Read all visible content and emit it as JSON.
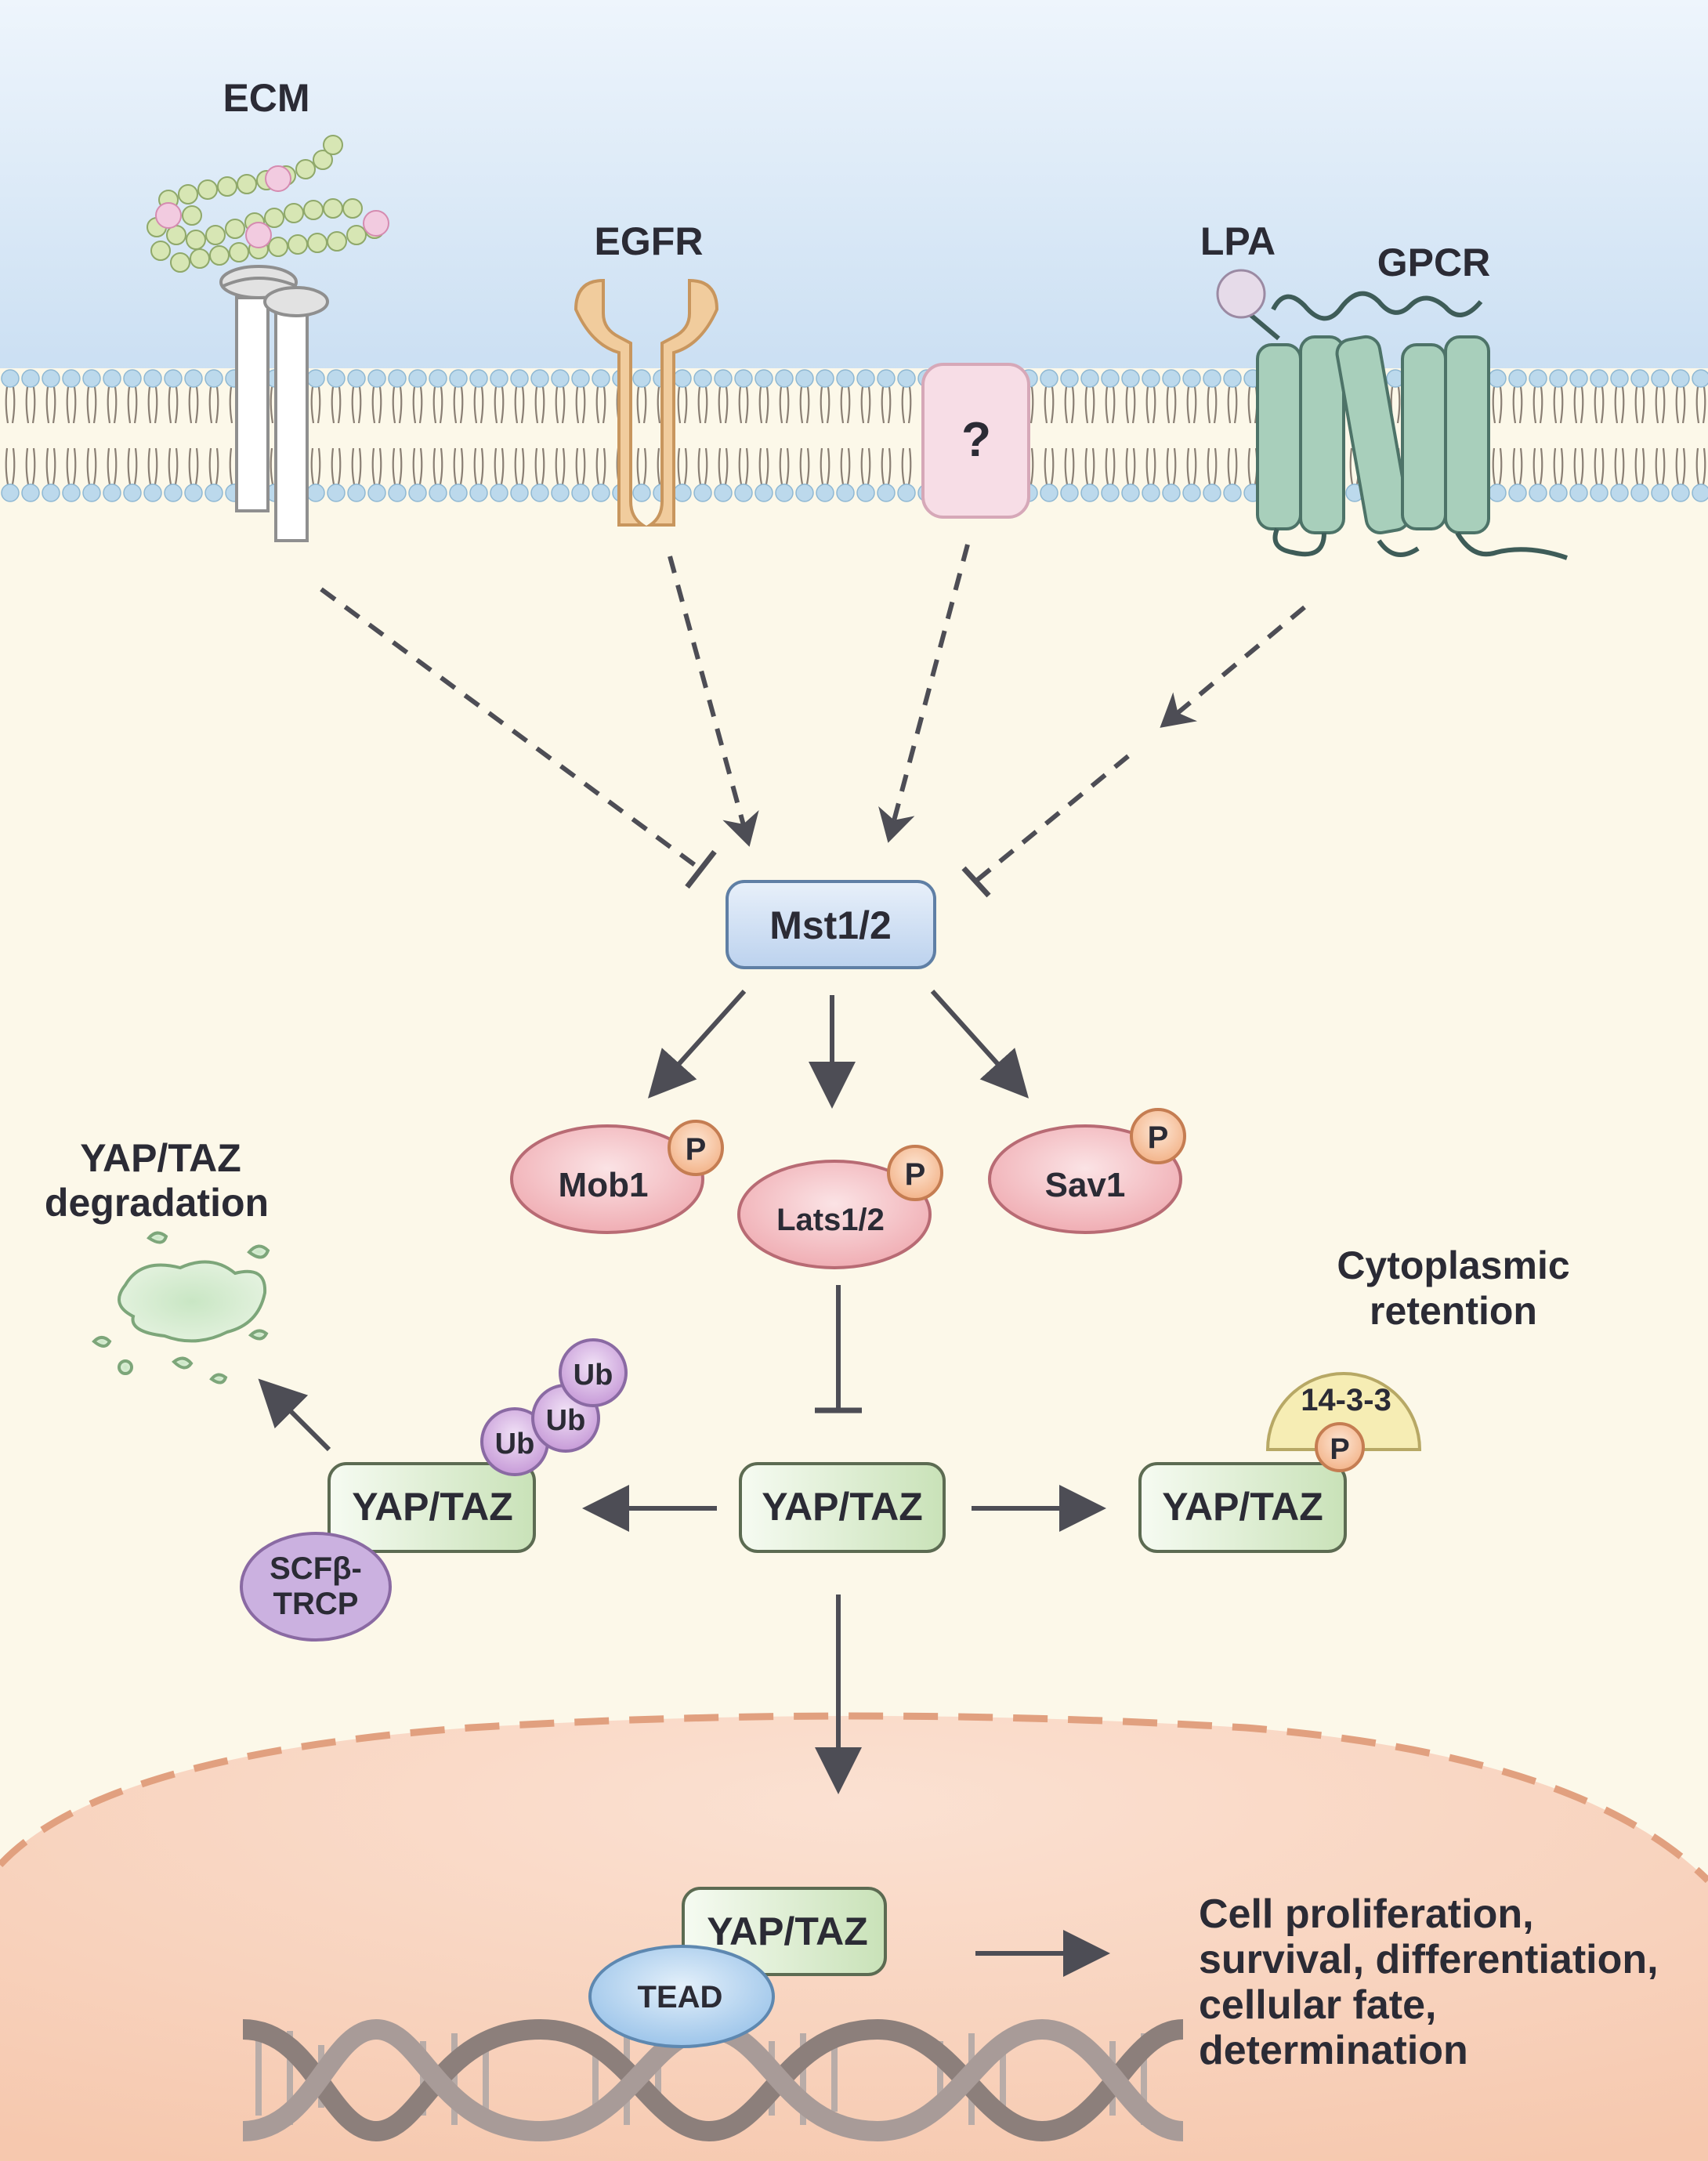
{
  "labels": {
    "ecm": "ECM",
    "egfr": "EGFR",
    "unknown": "?",
    "lpa": "LPA",
    "gpcr": "GPCR",
    "mst": "Mst1/2",
    "mob1": "Mob1",
    "lats": "Lats1/2",
    "sav1": "Sav1",
    "phospho": "P",
    "yaptaz": "YAP/TAZ",
    "ub": "Ub",
    "scf_line1": "SCFβ-",
    "scf_line2": "TRCP",
    "yt14": "14-3-3",
    "tead": "TEAD",
    "degradation_line1": "YAP/TAZ",
    "degradation_line2": "degradation",
    "retention_line1": "Cytoplasmic",
    "retention_line2": "retention",
    "outcome_line1": "Cell proliferation,",
    "outcome_line2": "survival, differentiation,",
    "outcome_line3": "cellular fate,",
    "outcome_line4": "determination"
  },
  "colors": {
    "sky_top": "#dbe9f7",
    "cytoplasm": "#fcf8e9",
    "nucleus": "#f9d6c2",
    "nuclear_border": "#e1a07f",
    "mst_fill": "#d7e5f6",
    "kinase_fill": "#f4c1c5",
    "phospho_fill": "#f8c9a8",
    "yaptaz_fill": "#dcedd2",
    "ub_fill": "#d9b8e4",
    "scf_fill": "#cbb1e0",
    "tead_fill": "#bcd8f0",
    "yt14_fill": "#f6edb4",
    "egfr_fill": "#f1cc9d",
    "gpcr_fill": "#a8cfbb",
    "unknown_fill": "#f7dde6",
    "arrow": "#4d4d55",
    "dna": "#a89b98"
  }
}
